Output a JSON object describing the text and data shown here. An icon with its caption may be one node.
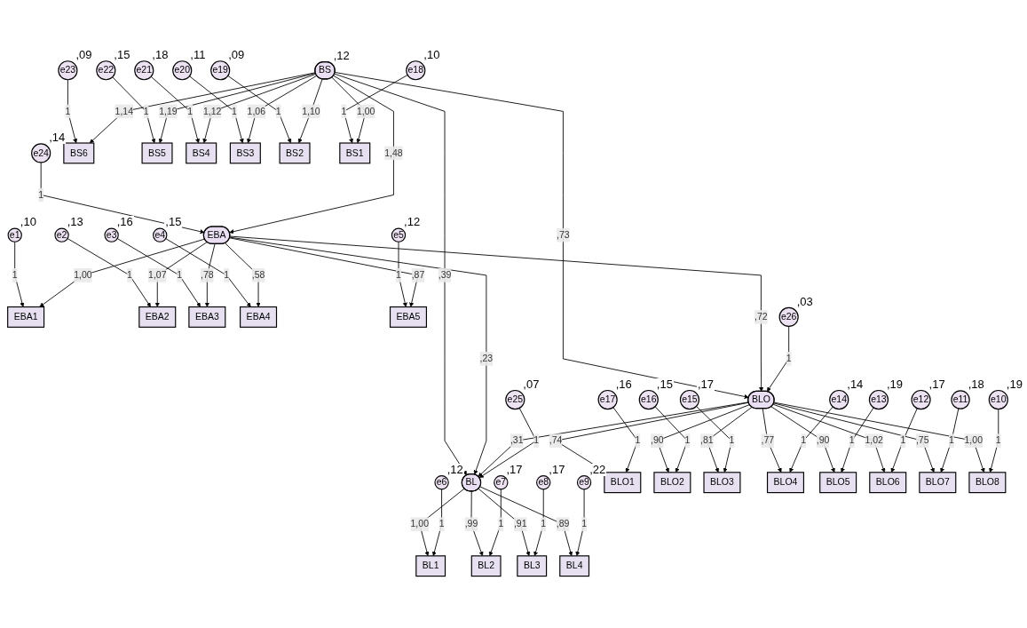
{
  "diagram": {
    "nodes": [
      {
        "text": [
          "e1"
        ],
        "beside": [
          ",10"
        ]
      },
      {
        "text": [
          "e2"
        ],
        "beside": [
          ",13"
        ]
      },
      {
        "text": [
          "e3"
        ],
        "beside": [
          ",16"
        ]
      },
      {
        "text": [
          "e4"
        ],
        "beside": [
          ",15"
        ]
      },
      {
        "text": [
          "e5"
        ],
        "beside": [
          ",12"
        ]
      },
      {
        "text": [
          "EBA1"
        ]
      },
      {
        "text": [
          "EBA2"
        ]
      },
      {
        "text": [
          "EBA3"
        ]
      },
      {
        "text": [
          "EBA4"
        ]
      },
      {
        "text": [
          "EBA5"
        ]
      },
      {
        "text": [
          "e24"
        ],
        "beside": [
          ",14"
        ]
      },
      {
        "text": [
          "EBA"
        ]
      },
      {
        "text": [
          "e25"
        ],
        "beside": [
          ",07"
        ]
      },
      {
        "text": [
          "e23"
        ],
        "beside": [
          ",09"
        ]
      },
      {
        "text": [
          "e22"
        ],
        "beside": [
          ",15"
        ]
      },
      {
        "text": [
          "e21"
        ],
        "beside": [
          ",18"
        ]
      },
      {
        "text": [
          "e20"
        ],
        "beside": [
          ",11"
        ]
      },
      {
        "text": [
          "e19"
        ],
        "beside": [
          ",09"
        ]
      },
      {
        "text": [
          "e18"
        ],
        "beside": [
          ",10"
        ]
      },
      {
        "text": [
          "BS6"
        ]
      },
      {
        "text": [
          "BS5"
        ]
      },
      {
        "text": [
          "BS4"
        ]
      },
      {
        "text": [
          "BS3"
        ]
      },
      {
        "text": [
          "BS2"
        ]
      },
      {
        "text": [
          "BS1"
        ]
      },
      {
        "text": [
          "BS"
        ],
        "beside": [
          ",12"
        ]
      },
      {
        "text": [
          "BL"
        ]
      },
      {
        "text": [
          "BL1"
        ]
      },
      {
        "text": [
          "BL2"
        ]
      },
      {
        "text": [
          "BL3"
        ]
      },
      {
        "text": [
          "BL4"
        ]
      },
      {
        "text": [
          "e6"
        ],
        "beside": [
          ",12"
        ]
      },
      {
        "text": [
          "e7"
        ],
        "beside": [
          ",17"
        ]
      },
      {
        "text": [
          "e8"
        ],
        "beside": [
          ",17"
        ]
      },
      {
        "text": [
          "e9"
        ],
        "beside": [
          ",22"
        ]
      },
      {
        "text": [
          "e26"
        ],
        "beside": [
          ",03"
        ]
      },
      {
        "text": [
          "BLO"
        ]
      },
      {
        "text": [
          "BLO1"
        ]
      },
      {
        "text": [
          "BLO2"
        ]
      },
      {
        "text": [
          "BLO3"
        ]
      },
      {
        "text": [
          "BLO4"
        ]
      },
      {
        "text": [
          "BLO5"
        ]
      },
      {
        "text": [
          "BLO6"
        ]
      },
      {
        "text": [
          "BLO7"
        ]
      },
      {
        "text": [
          "BLO8"
        ]
      },
      {
        "text": [
          "e17"
        ],
        "beside": [
          ",16"
        ]
      },
      {
        "text": [
          "e16"
        ],
        "beside": [
          ",15"
        ]
      },
      {
        "text": [
          "e15"
        ],
        "beside": [
          ",17"
        ]
      },
      {
        "text": [
          "e14"
        ],
        "beside": [
          ",14"
        ]
      },
      {
        "text": [
          "e13"
        ],
        "beside": [
          ",19"
        ]
      },
      {
        "text": [
          "e12"
        ],
        "beside": [
          ",17"
        ]
      },
      {
        "text": [
          "e11"
        ],
        "beside": [
          ",18"
        ]
      },
      {
        "text": [
          "e10"
        ],
        "beside": [
          ",19"
        ]
      }
    ],
    "edges": [
      {
        "from": 0,
        "to": 5,
        "arrow": "to",
        "label": "1"
      },
      {
        "from": 1,
        "to": 6,
        "arrow": "to",
        "label": "1"
      },
      {
        "from": 2,
        "to": 7,
        "arrow": "to",
        "label": "1"
      },
      {
        "from": 3,
        "to": 8,
        "arrow": "to",
        "label": "1"
      },
      {
        "from": 4,
        "to": 9,
        "arrow": "to",
        "label": "1"
      },
      {
        "from": 11,
        "to": 5,
        "arrow": "to",
        "label": "1,00"
      },
      {
        "from": 11,
        "to": 6,
        "arrow": "to",
        "label": "1,07"
      },
      {
        "from": 11,
        "to": 7,
        "arrow": "to",
        "label": ",78"
      },
      {
        "from": 11,
        "to": 8,
        "arrow": "to",
        "label": ",58"
      },
      {
        "from": 11,
        "to": 9,
        "arrow": "to",
        "label": ",87"
      },
      {
        "from": 10,
        "to": 11,
        "arrow": "to",
        "label": "1"
      },
      {
        "from": 13,
        "to": 19,
        "arrow": "to",
        "label": "1"
      },
      {
        "from": 14,
        "to": 20,
        "arrow": "to",
        "label": "1"
      },
      {
        "from": 15,
        "to": 21,
        "arrow": "to",
        "label": "1"
      },
      {
        "from": 16,
        "to": 22,
        "arrow": "to",
        "label": "1"
      },
      {
        "from": 17,
        "to": 23,
        "arrow": "to",
        "label": "1"
      },
      {
        "from": 18,
        "to": 24,
        "arrow": "to",
        "label": "1"
      },
      {
        "from": 25,
        "to": 19,
        "arrow": "to",
        "label": "1,14"
      },
      {
        "from": 25,
        "to": 20,
        "arrow": "to",
        "label": "1,19"
      },
      {
        "from": 25,
        "to": 21,
        "arrow": "to",
        "label": "1,12"
      },
      {
        "from": 25,
        "to": 22,
        "arrow": "to",
        "label": "1,06"
      },
      {
        "from": 25,
        "to": 23,
        "arrow": "to",
        "label": "1,10"
      },
      {
        "from": 25,
        "to": 24,
        "arrow": "to",
        "label": "1,00"
      },
      {
        "from": 25,
        "to": 11,
        "arrow": "to",
        "label": "1,48"
      },
      {
        "from": 25,
        "to": 26,
        "arrow": "to",
        "label": ",39"
      },
      {
        "from": 25,
        "to": 36,
        "arrow": "to",
        "label": ",73"
      },
      {
        "from": 11,
        "to": 26,
        "arrow": "to",
        "label": ",23"
      },
      {
        "from": 11,
        "to": 36,
        "arrow": "to",
        "label": ",72"
      },
      {
        "from": 36,
        "to": 26,
        "arrow": "to",
        "label": ",31"
      },
      {
        "from": 12,
        "to": 26,
        "arrow": "to",
        "label": "1"
      },
      {
        "from": 35,
        "to": 36,
        "arrow": "to",
        "label": "1"
      },
      {
        "from": 26,
        "to": 27,
        "arrow": "to",
        "label": "1,00"
      },
      {
        "from": 26,
        "to": 28,
        "arrow": "to",
        "label": ",99"
      },
      {
        "from": 26,
        "to": 29,
        "arrow": "to",
        "label": ",91"
      },
      {
        "from": 26,
        "to": 30,
        "arrow": "to",
        "label": ",89"
      },
      {
        "from": 31,
        "to": 27,
        "arrow": "to",
        "label": "1"
      },
      {
        "from": 32,
        "to": 28,
        "arrow": "to",
        "label": "1"
      },
      {
        "from": 33,
        "to": 29,
        "arrow": "to",
        "label": "1"
      },
      {
        "from": 34,
        "to": 30,
        "arrow": "to",
        "label": "1"
      },
      {
        "from": 36,
        "to": 37,
        "arrow": "to",
        "label": ",74"
      },
      {
        "from": 36,
        "to": 38,
        "arrow": "to",
        "label": ",90"
      },
      {
        "from": 36,
        "to": 39,
        "arrow": "to",
        "label": ",81"
      },
      {
        "from": 36,
        "to": 40,
        "arrow": "to",
        "label": ",77"
      },
      {
        "from": 36,
        "to": 41,
        "arrow": "to",
        "label": ",90"
      },
      {
        "from": 36,
        "to": 42,
        "arrow": "to",
        "label": "1,02"
      },
      {
        "from": 36,
        "to": 43,
        "arrow": "to",
        "label": ",75"
      },
      {
        "from": 36,
        "to": 44,
        "arrow": "to",
        "label": "1,00"
      },
      {
        "from": 45,
        "to": 37,
        "arrow": "to",
        "label": "1"
      },
      {
        "from": 46,
        "to": 38,
        "arrow": "to",
        "label": "1"
      },
      {
        "from": 47,
        "to": 39,
        "arrow": "to",
        "label": "1"
      },
      {
        "from": 48,
        "to": 40,
        "arrow": "to",
        "label": "1"
      },
      {
        "from": 49,
        "to": 41,
        "arrow": "to",
        "label": "1"
      },
      {
        "from": 50,
        "to": 42,
        "arrow": "to",
        "label": "1"
      },
      {
        "from": 51,
        "to": 43,
        "arrow": "to",
        "label": "1"
      },
      {
        "from": 52,
        "to": 44,
        "arrow": "to",
        "label": "1"
      }
    ]
  }
}
